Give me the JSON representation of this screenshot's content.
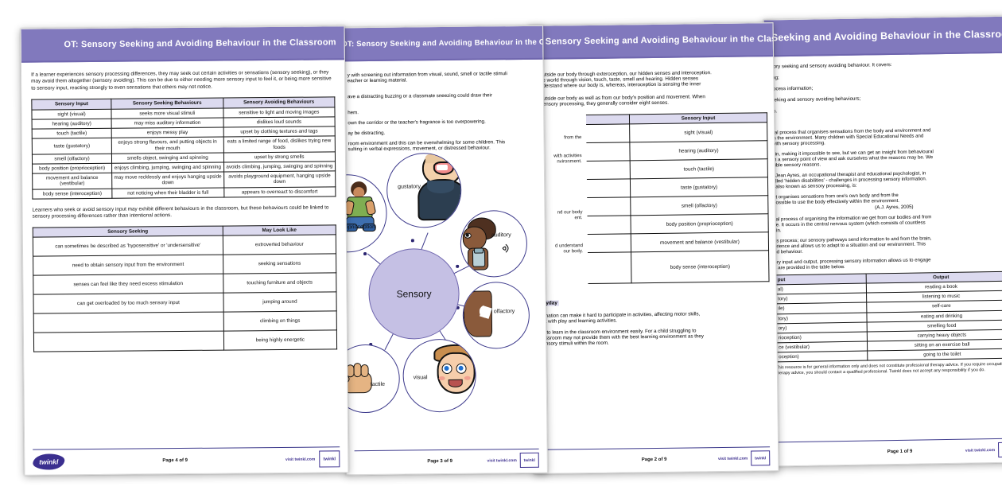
{
  "document": {
    "banner_title": "OT: Sensory Seeking and Avoiding Behaviour in the Classroom",
    "brand": "twinkl",
    "visit_text": "visit twinkl.com",
    "badge_text": "twinkl"
  },
  "colors": {
    "banner_purple": "#8179bd",
    "table_header_lilac": "#dcdaef",
    "accent_navy": "#3d3a8c",
    "center_node": "#c5c0e4",
    "page_background": "#ffffff"
  },
  "pages": [
    {
      "id": "page-1",
      "page_label": "Page 1 of 9",
      "intro_lines": [
        "sory seeking and sensory avoiding behaviour. It covers:",
        "ing;",
        "rocess information;",
        "eeking and sensory avoiding behaviours;",
        "rs."
      ],
      "body_lines": [
        "cal process that organises sensations from the body and environment and",
        "in the environment. Many children with Special Educational Needs and",
        "with sensory processing.",
        "ain, making it impossible to see, but we can get an insight from behavioural",
        "m a sensory point of view and ask ourselves what the reasons may be. We",
        "sible sensory reasons.",
        ": Jean Ayres, an occupational therapist and educational psychologist, in",
        "alled 'hidden disabilities' - challenges in processing sensory information.",
        ", also known as sensory processing, is:",
        "at organises sensations from one's own body and from the",
        "oossible to use the body effectively within the environment."
      ],
      "citation": "(A.J. Ayres, 2005)",
      "body_lines_2": [
        "cal process of organising the information we get from our bodies and from",
        "ife. It occurs in the central nervous system (which consists of countless",
        "ain.",
        "us process; our sensory pathways send information to and from the brain,",
        "erience and allows us to adapt to a situation and our environment. This",
        "nd behaviour.",
        "ory input and output, processing sensory information allows us to engage",
        "s are provided in the table below."
      ],
      "table": {
        "headers": [
          "put",
          "Output"
        ],
        "rows": [
          [
            "al)",
            "reading a book"
          ],
          [
            "tory)",
            "listening to music"
          ],
          [
            "ile)",
            "self-care"
          ],
          [
            "tory)",
            "eating and drinking"
          ],
          [
            "ory)",
            "smelling food"
          ],
          [
            "rioception)",
            "carrying heavy objects"
          ],
          [
            "ce (vestibular)",
            "sitting on an exercise ball"
          ],
          [
            "oception)",
            "going to the toilet"
          ]
        ]
      },
      "disclaimer": "This resource is for general information only and does not constitute professional therapy advice. If you require occupational therapy advice, you should contact a qualified professional. Twinkl does not accept any responsibility if you do."
    },
    {
      "id": "page-2",
      "page_label": "Page 2 of 9",
      "body_lines": [
        "utside our body through exteroception, our hidden senses and interoception.",
        "e world through vision, touch, taste, smell and hearing. Hidden senses",
        "derstand where our body is, whereas, interoception is sensing the inner",
        "utside our body as well as from our body's position and movement. When",
        "ensory processing, they generally consider eight senses."
      ],
      "left_fragments": [
        "from the",
        "with activities",
        "nvironment.",
        "nd our body",
        "ent.",
        "d understand",
        "our body."
      ],
      "table": {
        "headers": [
          "",
          "Sensory Input"
        ],
        "rows": [
          "sight (visual)",
          "hearing (auditory)",
          "touch (tactile)",
          "taste (gustatory)",
          "smell (olfactory)",
          "body position (proprioception)",
          "movement and balance (vestibular)",
          "body sense (interoception)"
        ]
      },
      "subheading": "ryday",
      "closing_lines": [
        "rmation can make it hard to participate in activities, affecting motor skills,",
        "nt with play and learning activities.",
        "e to learn in the classroom environment easily. For a child struggling to",
        "assroom may not provide them with the best learning environment as they",
        "ensory stimuli within the room."
      ]
    },
    {
      "id": "page-3",
      "page_label": "Page 3 of 9",
      "body_lines": [
        "y with screening out information from visual, sound, smell or tactile stimuli",
        "eacher or learning material.",
        "",
        "ave a distracting buzzing or a classmate sneezing could draw their",
        "",
        "hem.",
        "own the corridor or the teacher's fragrance is too overpowering.",
        "ay be distracting.",
        "room environment and this can be overwhelming for some children. This",
        "sulting in verbal expressions, movement, or distressed behaviour."
      ],
      "mindmap": {
        "center_label": "Sensory",
        "nodes": [
          "proprioception",
          "gustatory",
          "auditory",
          "olfactory",
          "visual",
          "tactile"
        ]
      }
    },
    {
      "id": "page-4",
      "page_label": "Page 4 of 9",
      "intro": "If a learner experiences sensory processing differences, they may seek out certain activities or sensations (sensory seeking), or they may avoid them altogether (sensory avoiding). This can be due to either needing more sensory input to feel it, or being more sensitive to sensory input, reacting strongly to even sensations that others may not notice.",
      "table1": {
        "headers": [
          "Sensory Input",
          "Sensory Seeking Behaviours",
          "Sensory Avoiding Behaviours"
        ],
        "rows": [
          [
            "sight (visual)",
            "seeks more visual stimuli",
            "sensitive to light and moving images"
          ],
          [
            "hearing (auditory)",
            "may miss auditory information",
            "dislikes loud sounds"
          ],
          [
            "touch (tactile)",
            "enjoys messy play",
            "upset by clothing textures and tags"
          ],
          [
            "taste (gustatory)",
            "enjoys strong flavours, and putting objects in their mouth",
            "eats a limited range of food, dislikes trying new foods"
          ],
          [
            "smell (olfactory)",
            "smells object, swinging and spinning",
            "upset by strong smells"
          ],
          [
            "body position (proprioception)",
            "enjoys climbing, jumping, swinging and spinning",
            "avoids climbing, jumping, swinging and spinning"
          ],
          [
            "movement and balance (vestibular)",
            "may move recklessly and enjoys hanging upside down",
            "avoids playground equipment, hanging upside down"
          ],
          [
            "body sense (interoception)",
            "not noticing when their bladder is full",
            "appears to overreact to discomfort"
          ]
        ]
      },
      "mid_paragraph": "Learners who seek or avoid sensory input may exhibit different behaviours in the classroom, but these behaviours could be linked to sensory processing differences rather than intentional actions.",
      "table2": {
        "headers": [
          "Sensory Seeking",
          "May Look Like"
        ],
        "rows": [
          [
            "can sometimes be described as 'hyposensitive' or 'undersensitive'",
            "extroverted behaviour"
          ],
          [
            "need to obtain sensory input from the environment",
            "seeking sensations"
          ],
          [
            "senses can feel like they need excess stimulation",
            "touching furniture and objects"
          ],
          [
            "can get overloaded by too much sensory input",
            "jumping around"
          ],
          [
            "",
            "climbing on things"
          ],
          [
            "",
            "being highly energetic"
          ]
        ]
      }
    }
  ]
}
